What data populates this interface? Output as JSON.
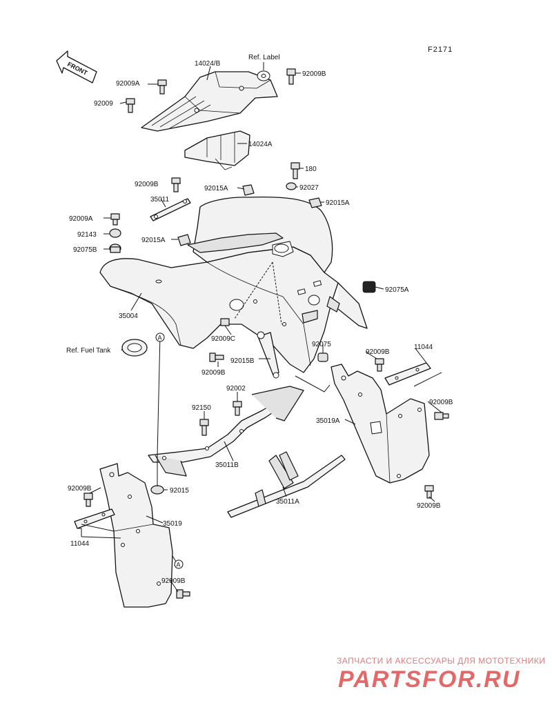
{
  "diagram": {
    "figure_code": "F2171",
    "front_arrow_label": "FRONT",
    "labels": {
      "p14024B": "14024/B",
      "ref_label": "Ref. Label",
      "p92009B_top": "92009B",
      "p92009A_top": "92009A",
      "p92009_top": "92009",
      "p14024A": "14024A",
      "p180": "180",
      "p92009B_left": "92009B",
      "p92015A_mid": "92015A",
      "p92027": "92027",
      "p92015A_right": "92015A",
      "p35011": "35011",
      "p92009A_left": "92009A",
      "p92143": "92143",
      "p92015A_left": "92015A",
      "p92075B": "92075B",
      "p92075A": "92075A",
      "p35004": "35004",
      "p92009C": "92009C",
      "p92075": "92075",
      "p92009B_rr": "92009B",
      "p11044_r": "11044",
      "ref_fuel_tank": "Ref. Fuel Tank",
      "p92015B": "92015B",
      "p92009B_ml": "92009B",
      "p92002": "92002",
      "p92009B_far": "92009B",
      "p35019A": "35019A",
      "p92150": "92150",
      "p35011B": "35011B",
      "p92009B_fl": "92009B",
      "p92015": "92015",
      "p35011A": "35011A",
      "p92009B_br": "92009B",
      "p35019": "35019",
      "p11044_l": "11044",
      "p92009B_bot": "92009B",
      "ref_A": "A"
    }
  },
  "watermark": {
    "tagline": "ЗАПЧАСТИ И АКСЕССУАРЫ ДЛЯ МОТОТЕХНИКИ",
    "brand": "PARTSFOR.RU",
    "color": "#e46868"
  }
}
